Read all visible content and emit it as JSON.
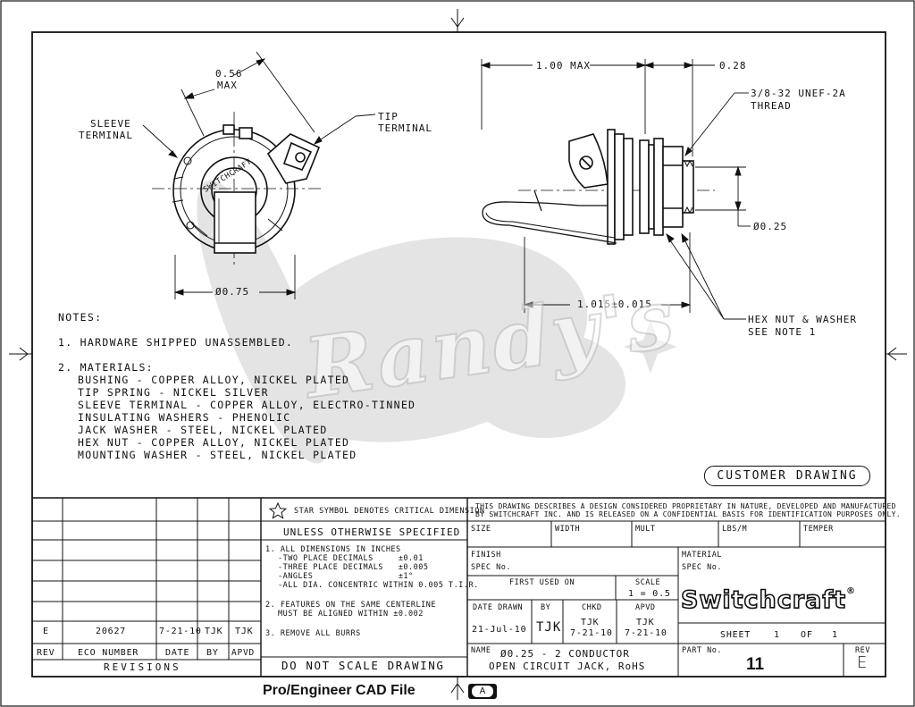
{
  "drawing": {
    "dims": {
      "width_max": "0.56",
      "width_max_suffix": "MAX",
      "dia_75": "Ø0.75",
      "len_max": "1.00 MAX",
      "len_028": "0.28",
      "thread_1": "3/8-32 UNEF-2A",
      "thread_2": "THREAD",
      "dia_025": "Ø0.25",
      "len_1015": "1.015±0.015"
    },
    "callouts": {
      "sleeve_1": "SLEEVE",
      "sleeve_2": "TERMINAL",
      "tip_1": "TIP",
      "tip_2": "TERMINAL",
      "hex_1": "HEX NUT & WASHER",
      "hex_2": "SEE NOTE 1"
    },
    "jack_label": "SWITCHCRAFT",
    "watermark": "Randy's",
    "customer_drawing": "CUSTOMER DRAWING"
  },
  "notes": {
    "heading": "NOTES:",
    "note1": "1. HARDWARE SHIPPED UNASSEMBLED.",
    "note2": "2. MATERIALS:",
    "materials": [
      "BUSHING - COPPER ALLOY, NICKEL PLATED",
      "TIP SPRING - NICKEL SILVER",
      "SLEEVE TERMINAL - COPPER ALLOY, ELECTRO-TINNED",
      "INSULATING WASHERS - PHENOLIC",
      "JACK WASHER - STEEL, NICKEL PLATED",
      "HEX NUT - COPPER ALLOY, NICKEL PLATED",
      "MOUNTING WASHER - STEEL, NICKEL PLATED"
    ]
  },
  "revisions": {
    "row": {
      "rev": "E",
      "eco": "20627",
      "date": "7-21-10",
      "by": "TJK",
      "apvd": "TJK"
    },
    "headers": {
      "rev": "REV",
      "eco": "ECO NUMBER",
      "date": "DATE",
      "by": "BY",
      "apvd": "APVD"
    },
    "title": "REVISIONS"
  },
  "tolerances": {
    "star_note": "STAR SYMBOL DENOTES CRITICAL DIMENSION",
    "unless": "UNLESS OTHERWISE SPECIFIED",
    "l1": "1. ALL DIMENSIONS IN INCHES",
    "l2": "-TWO PLACE DECIMALS     ±0.01",
    "l3": "-THREE PLACE DECIMALS   ±0.005",
    "l4": "-ANGLES                 ±1°",
    "l5": "-ALL DIA. CONCENTRIC WITHIN 0.005 T.I.R.",
    "l6": "2. FEATURES ON THE SAME CENTERLINE",
    "l7": "MUST BE ALIGNED WITHIN ±0.002",
    "l8": "3. REMOVE ALL BURRS",
    "do_not_scale": "DO NOT SCALE DRAWING"
  },
  "title_block": {
    "proprietary_1": "THIS DRAWING DESCRIBES A DESIGN CONSIDERED PROPRIETARY IN NATURE, DEVELOPED AND MANUFACTURED",
    "proprietary_2": "BY SWITCHCRAFT INC. AND IS RELEASED ON A CONFIDENTIAL BASIS FOR IDENTIFICATION PURPOSES ONLY.",
    "size": "SIZE",
    "width": "WIDTH",
    "mult": "MULT",
    "lbs_m": "LBS/M",
    "temper": "TEMPER",
    "finish": "FINISH",
    "spec_no": "SPEC No.",
    "material": "MATERIAL",
    "spec_no2": "SPEC No.",
    "first_used_on": "FIRST USED ON",
    "scale_label": "SCALE",
    "scale_value": "1 = 0.5",
    "date_drawn_label": "DATE DRAWN",
    "by_label": "BY",
    "chkd_label": "CHKD",
    "apvd_label": "APVD",
    "date_drawn": "21-Jul-10",
    "by": "TJK",
    "chkd": "TJK",
    "chkd_date": "7-21-10",
    "apvd": "TJK",
    "apvd_date": "7-21-10",
    "logo": "Switchcraft",
    "logo_mark": "®",
    "sheet_label": "SHEET",
    "sheet_no": "1",
    "of_label": "OF",
    "of_no": "1",
    "name_label": "NAME",
    "name_1": "Ø0.25 - 2 CONDUCTOR",
    "name_2": "OPEN CIRCUIT JACK, RoHS",
    "part_no_label": "PART No.",
    "part_no": "11",
    "rev_label": "REV",
    "rev": "E"
  },
  "footer": {
    "cad_file": "Pro/Engineer CAD File",
    "sheet_size": "A"
  }
}
